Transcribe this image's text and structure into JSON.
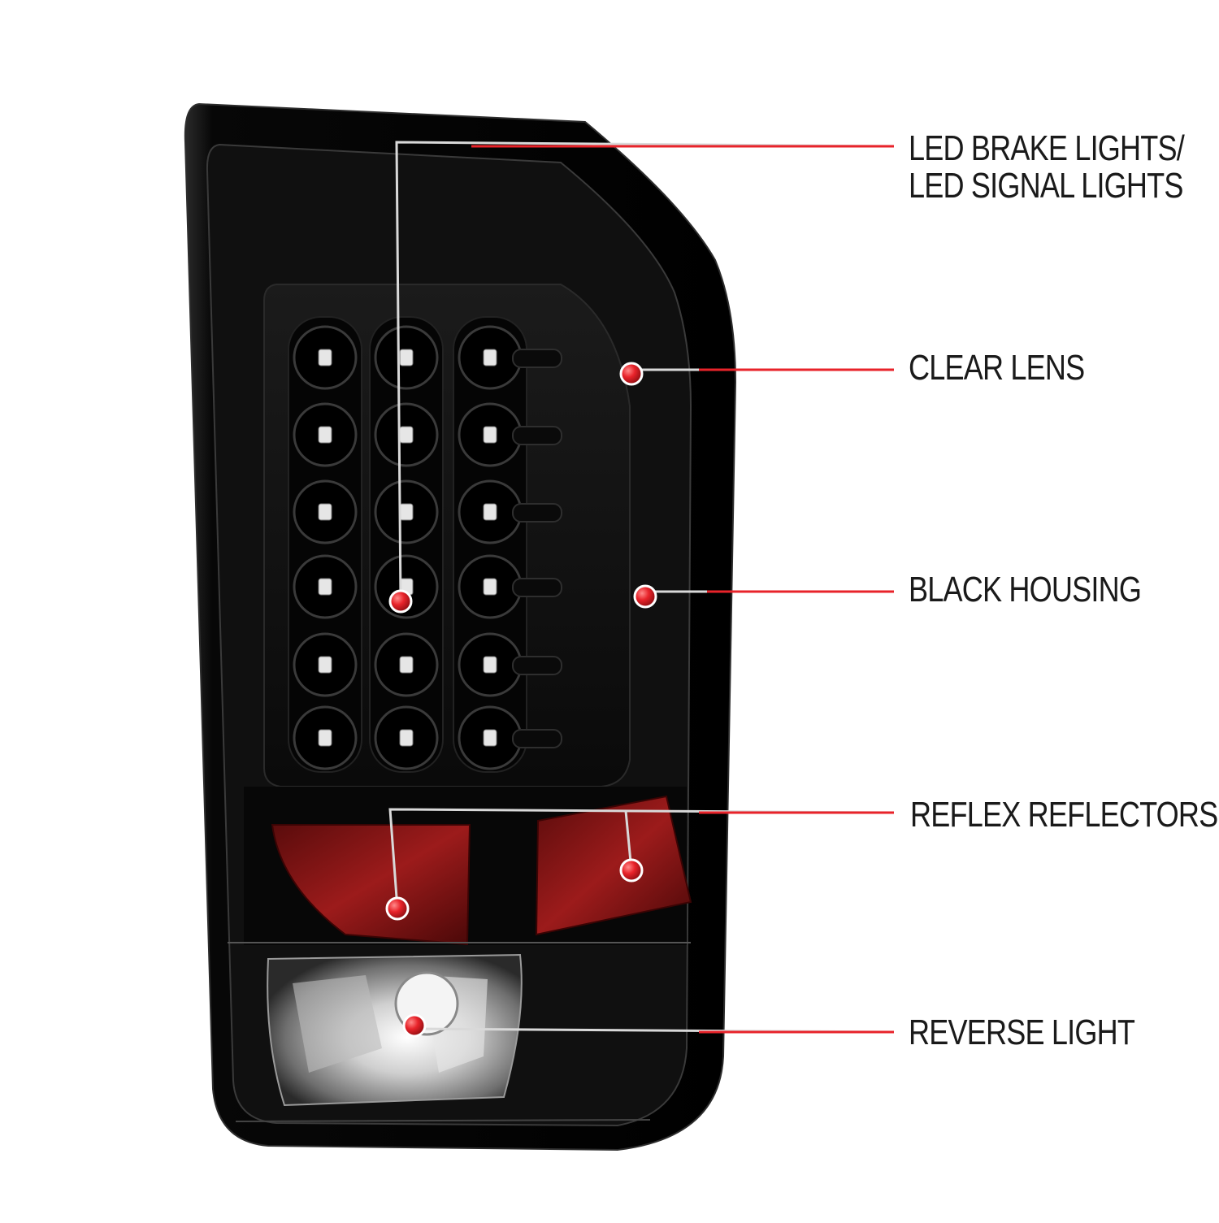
{
  "colors": {
    "background": "#ffffff",
    "housing": "#0b0b0b",
    "leader_line": "#d9d9d9",
    "leader_accent": "#e8232a",
    "marker": "#e8232a",
    "reflector": "#8a1414",
    "label_text": "#1a1a1a"
  },
  "callouts": [
    {
      "id": "led",
      "line1": "LED BRAKE LIGHTS/",
      "line2": "LED SIGNAL LIGHTS"
    },
    {
      "id": "lens",
      "line1": "CLEAR LENS"
    },
    {
      "id": "housing",
      "line1": "BLACK HOUSING"
    },
    {
      "id": "reflex",
      "line1": "REFLEX REFLECTORS"
    },
    {
      "id": "reverse",
      "line1": "REVERSE LIGHT"
    }
  ]
}
